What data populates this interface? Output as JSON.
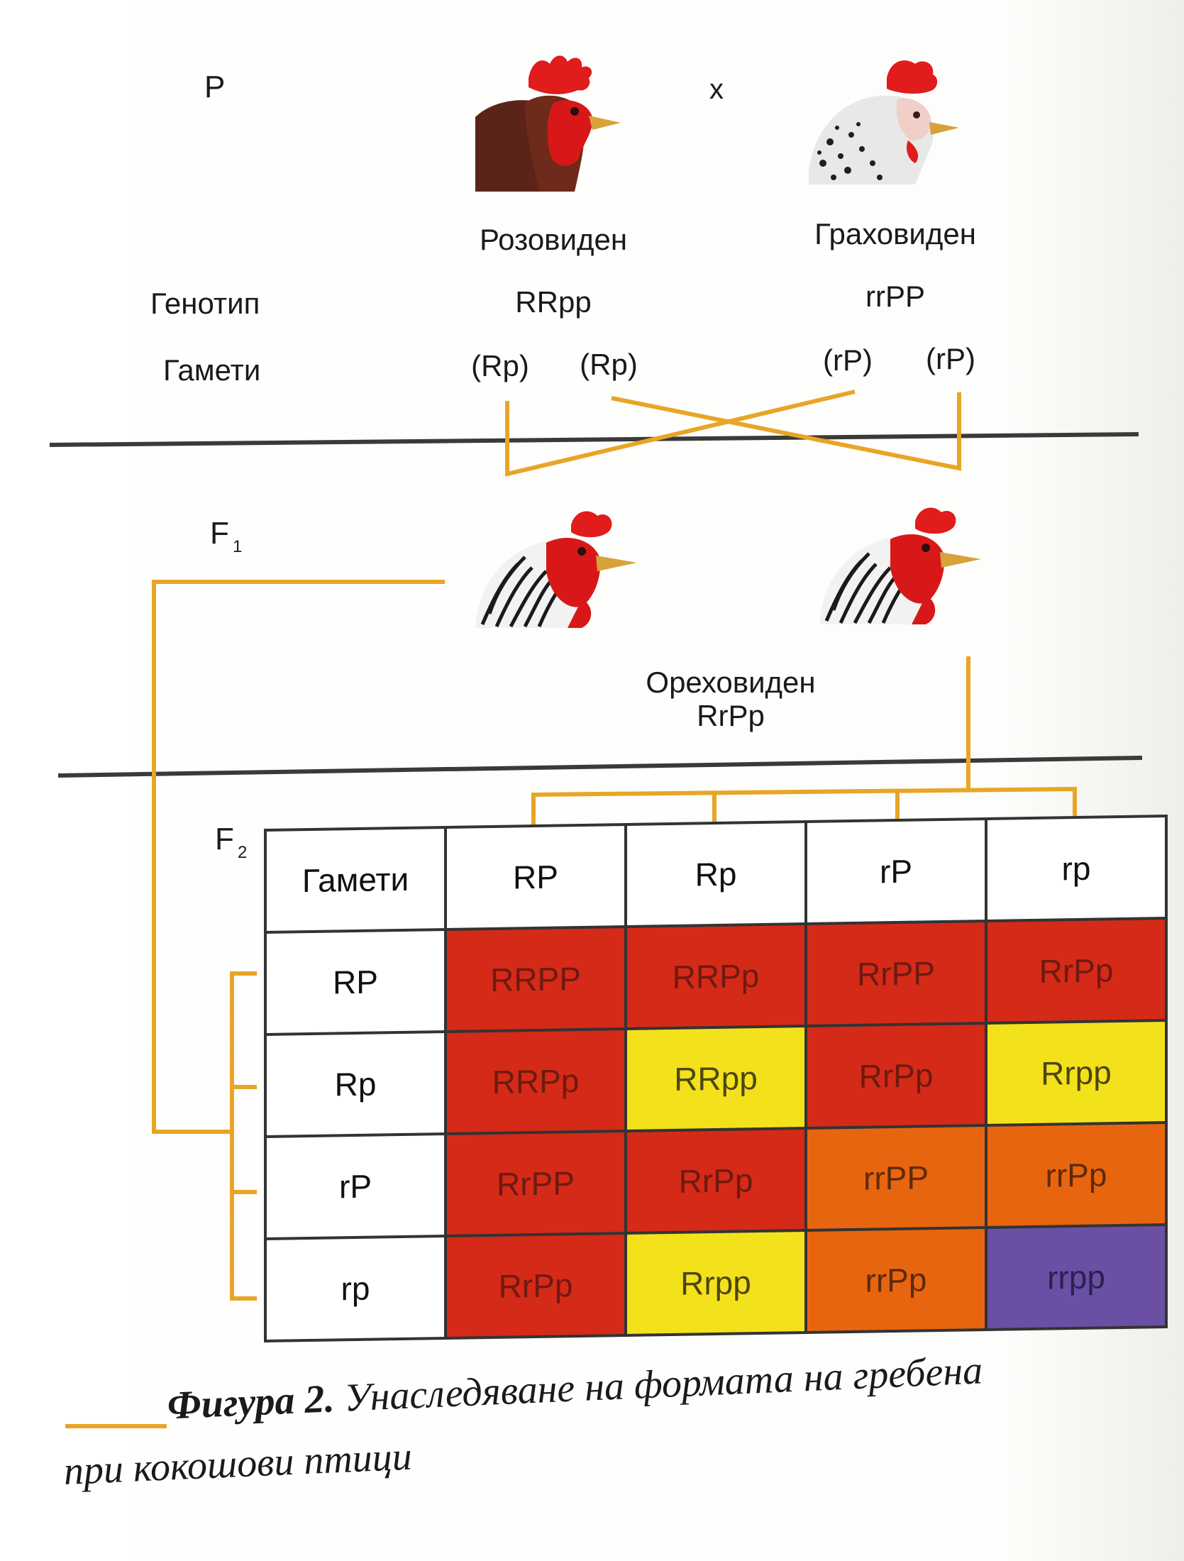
{
  "generation_labels": {
    "p": "P",
    "f1": "F",
    "f1_sub": "1",
    "f2": "F",
    "f2_sub": "2"
  },
  "cross_sign": "x",
  "parents": {
    "left": {
      "phenotype": "Розовиден",
      "genotype": "RRpp",
      "gamete_1": "(Rp)",
      "gamete_2": "(Rp)"
    },
    "right": {
      "phenotype": "Граховиден",
      "genotype": "rrPP",
      "gamete_1": "(rP)",
      "gamete_2": "(rP)"
    }
  },
  "row_labels": {
    "genotype": "Генотип",
    "gametes": "Гамети"
  },
  "f1": {
    "phenotype": "Ореховиден",
    "genotype": "RrPp"
  },
  "punnett": {
    "corner": "Гамети",
    "columns": [
      "RP",
      "Rp",
      "rP",
      "rp"
    ],
    "rows": [
      {
        "gamete": "RP",
        "cells": [
          {
            "genotype": "RRPP",
            "phenotype": "walnut"
          },
          {
            "genotype": "RRPp",
            "phenotype": "walnut"
          },
          {
            "genotype": "RrPP",
            "phenotype": "walnut"
          },
          {
            "genotype": "RrPp",
            "phenotype": "walnut"
          }
        ]
      },
      {
        "gamete": "Rp",
        "cells": [
          {
            "genotype": "RRPp",
            "phenotype": "walnut"
          },
          {
            "genotype": "RRpp",
            "phenotype": "rose"
          },
          {
            "genotype": "RrPp",
            "phenotype": "walnut"
          },
          {
            "genotype": "Rrpp",
            "phenotype": "rose"
          }
        ]
      },
      {
        "gamete": "rP",
        "cells": [
          {
            "genotype": "RrPP",
            "phenotype": "walnut"
          },
          {
            "genotype": "RrPp",
            "phenotype": "walnut"
          },
          {
            "genotype": "rrPP",
            "phenotype": "pea"
          },
          {
            "genotype": "rrPp",
            "phenotype": "pea"
          }
        ]
      },
      {
        "gamete": "rp",
        "cells": [
          {
            "genotype": "RrPp",
            "phenotype": "walnut"
          },
          {
            "genotype": "Rrpp",
            "phenotype": "rose"
          },
          {
            "genotype": "rrPp",
            "phenotype": "pea"
          },
          {
            "genotype": "rrpp",
            "phenotype": "single"
          }
        ]
      }
    ]
  },
  "colors": {
    "connector": "#e8a526",
    "walnut": "#d42a17",
    "rose": "#f3e21b",
    "pea": "#e8650f",
    "single": "#6a4fa4",
    "divider": "#3a3a3a"
  },
  "caption": {
    "label": "Фигура 2.",
    "text_line1": "Унаследяване на формата на гребена",
    "text_line2": "при кокошови птици"
  }
}
